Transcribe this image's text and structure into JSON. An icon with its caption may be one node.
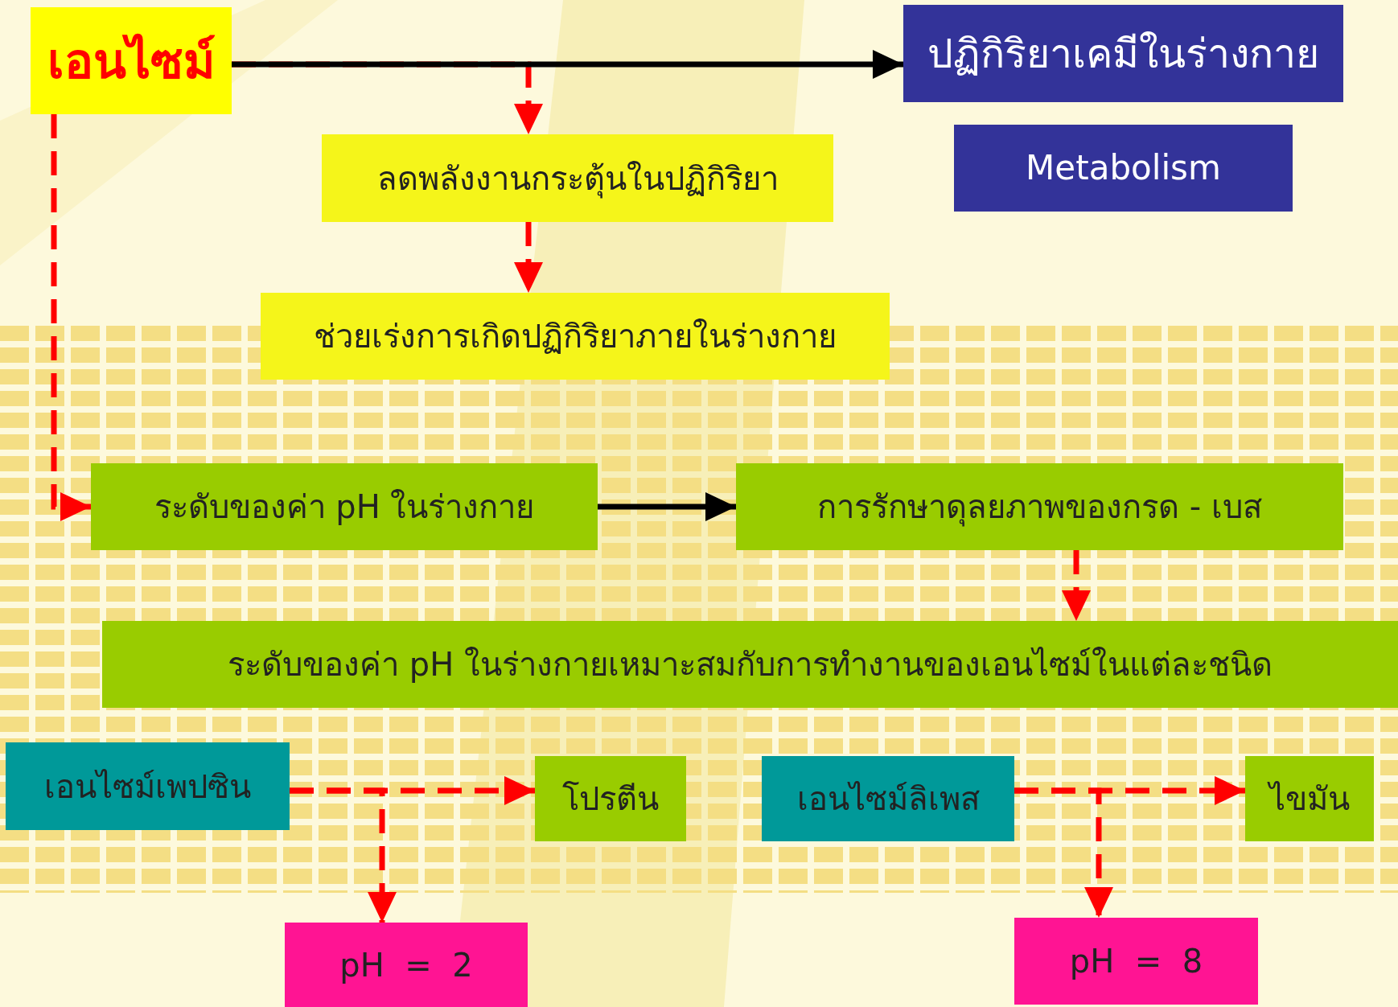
{
  "diagram": {
    "nodes": [
      {
        "text": [
          "เอนไซม์"
        ]
      },
      {
        "text": [
          "ปฏิกิริยาเคมีในร่างกาย"
        ]
      },
      {
        "text": [
          "Metabolism"
        ]
      },
      {
        "text": [
          "ลดพลังงานกระตุ้นในปฏิกิริยา"
        ]
      },
      {
        "text": [
          "ช่วยเร่งการเกิดปฏิกิริยาภายในร่างกาย"
        ]
      },
      {
        "text": [
          "ระดับของค่า pH ในร่างกาย"
        ]
      },
      {
        "text": [
          "การรักษาดุลยภาพของกรด - เบส"
        ]
      },
      {
        "text": [
          "ระดับของค่า pH ในร่างกายเหมาะสมกับการทำงานของเอนไซม์ในแต่ละชนิด"
        ]
      },
      {
        "text": [
          "เอนไซม์เพปซิน"
        ]
      },
      {
        "text": [
          "โปรตีน"
        ]
      },
      {
        "text": [
          "เอนไซม์ลิเพส"
        ]
      },
      {
        "text": [
          "ไขมัน"
        ]
      },
      {
        "text": [
          "pH  =  2"
        ]
      },
      {
        "text": [
          "pH  =  8"
        ]
      }
    ],
    "edges": [
      {
        "from": 0,
        "to": 1,
        "arrow": "to",
        "color": "#000000"
      },
      {
        "from": 0,
        "to": 3,
        "arrow": "to",
        "style": "dashed"
      },
      {
        "from": 3,
        "to": 4,
        "arrow": "to",
        "style": "dashed"
      },
      {
        "from": 0,
        "to": 5,
        "arrow": "to",
        "style": "dashed"
      },
      {
        "from": 5,
        "to": 6,
        "arrow": "to",
        "color": "#000000"
      },
      {
        "from": 6,
        "to": 7,
        "arrow": "to",
        "style": "dashed"
      },
      {
        "from": 8,
        "to": 9,
        "arrow": "to",
        "style": "dashed"
      },
      {
        "from": 8,
        "to": 12,
        "arrow": "to",
        "style": "dashed"
      },
      {
        "from": 10,
        "to": 11,
        "arrow": "to",
        "style": "dashed"
      },
      {
        "from": 10,
        "to": 13,
        "arrow": "to",
        "style": "dashed"
      }
    ]
  }
}
